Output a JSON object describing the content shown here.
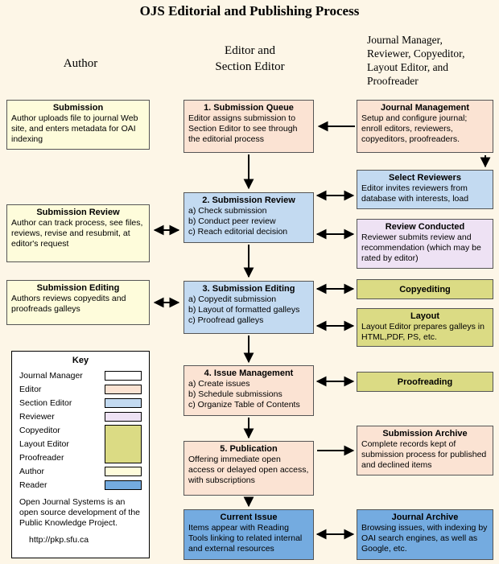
{
  "title": "OJS Editorial and Publishing Process",
  "column_headers": {
    "author": "Author",
    "editor": "Editor and\nSection Editor",
    "manager": "Journal Manager,\nReviewer, Copyeditor,\nLayout Editor, and\nProofreader"
  },
  "author_column": [
    {
      "title": "Submission",
      "body": "Author uploads file to journal Web site, and enters metadata for OAI indexing"
    },
    {
      "title": "Submission Review",
      "body": "Author can track process, see files, reviews, revise and resubmit, at editor's request"
    },
    {
      "title": "Submission Editing",
      "body": "Authors reviews copyedits and proofreads galleys"
    }
  ],
  "editor_column": [
    {
      "title": "1. Submission Queue",
      "body": "Editor assigns submission to Section Editor to see through the editorial process"
    },
    {
      "title": "2. Submission Review",
      "body": "a) Check submission\nb) Conduct peer review\nc) Reach editorial decision"
    },
    {
      "title": "3. Submission Editing",
      "body": "a) Copyedit submission\nb) Layout of formatted galleys\nc) Proofread galleys"
    },
    {
      "title": "4. Issue Management",
      "body": "a) Create issues\nb) Schedule submissions\nc) Organize Table of Contents"
    },
    {
      "title": "5. Publication",
      "body": "Offering immediate open access or delayed open access, with subscriptions"
    },
    {
      "title": "Current Issue",
      "body": "Items appear with Reading Tools linking to related internal and external resources"
    }
  ],
  "manager_column": [
    {
      "title": "Journal Management",
      "body": "Setup and configure journal; enroll editors, reviewers, copyeditors, proofreaders."
    },
    {
      "title": "Select Reviewers",
      "body": "Editor invites reviewers from database with interests, load"
    },
    {
      "title": "Review Conducted",
      "body": "Reviewer submits review and recommendation (which may be rated by editor)"
    },
    {
      "title": "Copyediting",
      "body": ""
    },
    {
      "title": "Layout",
      "body": "Layout Editor prepares galleys in HTML,PDF, PS, etc."
    },
    {
      "title": "Proofreading",
      "body": ""
    },
    {
      "title": "Submission Archive",
      "body": "Complete records kept of submission process for published and declined items"
    },
    {
      "title": "Journal Archive",
      "body": "Browsing issues, with indexing by OAI search engines, as well as Google, etc."
    }
  ],
  "key": {
    "title": "Key",
    "items": [
      "Journal Manager",
      "Editor",
      "Section Editor",
      "Reviewer",
      "Copyeditor",
      "Layout Editor",
      "Proofreader",
      "Author",
      "Reader"
    ],
    "note": "Open Journal Systems is an open source development of the Public Knowledge Project.",
    "url": "http://pkp.sfu.ca"
  },
  "colors": {
    "background": "#FDF6E7",
    "journal_manager": "#FFFFFF",
    "editor": "#FBE3D3",
    "section_editor": "#C3DAF1",
    "reviewer": "#EEE2F4",
    "copyeditor_layout_proofreader": "#DBDB84",
    "author": "#FEFCDB",
    "reader": "#74ABE0",
    "arrow": "#000000"
  }
}
